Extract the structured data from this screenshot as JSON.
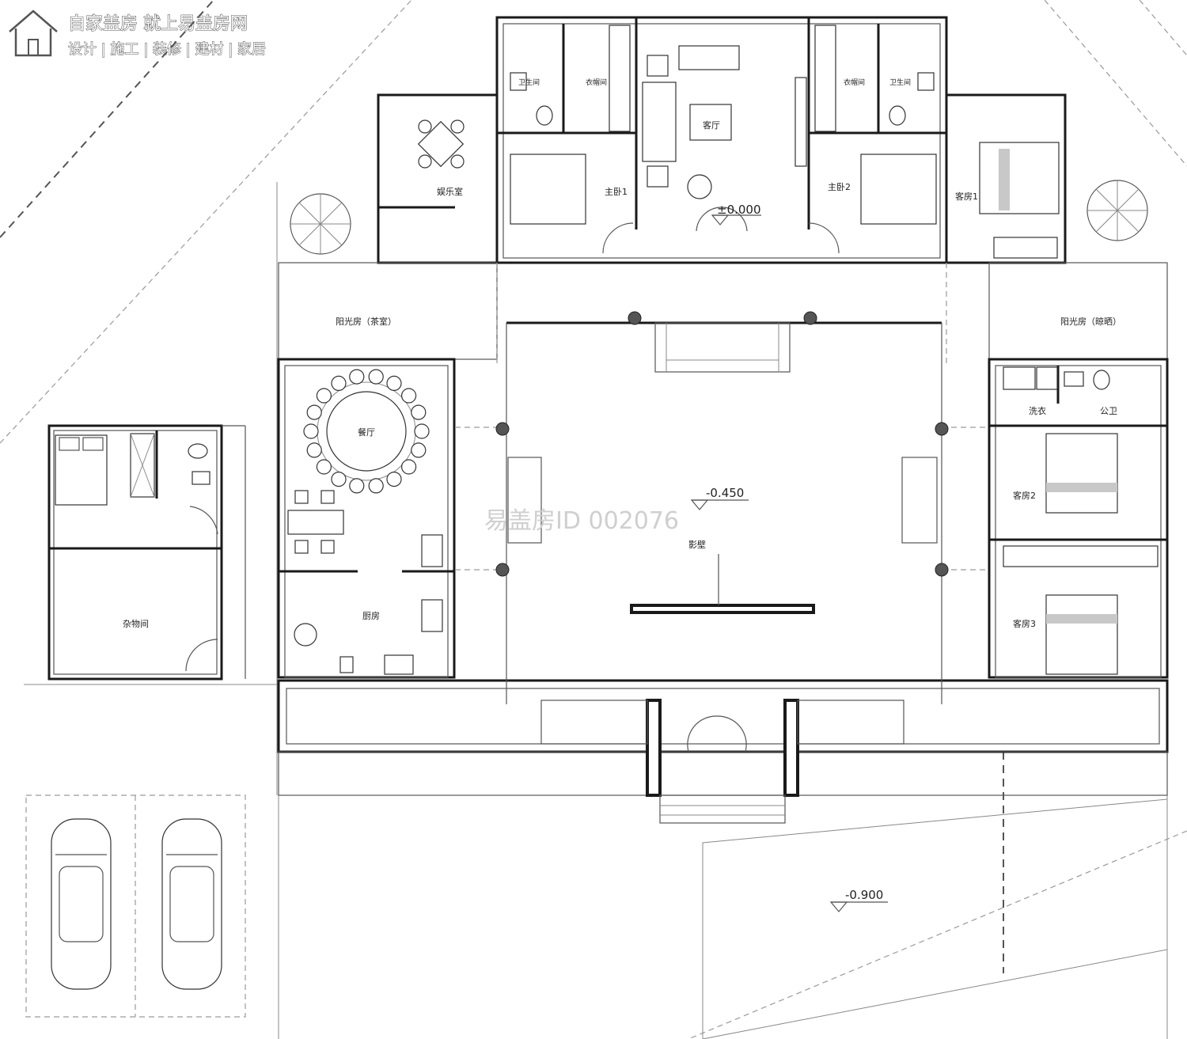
{
  "brand": {
    "slogan": "自家盖房 就上易盖房网",
    "services": "设计 | 施工 | 装修 | 建材 | 家居"
  },
  "watermark": "易盖房ID 002076",
  "rooms": {
    "living_room": "客厅",
    "master_bedroom_1": "主卧1",
    "master_bedroom_2": "主卧2",
    "guest_room_1": "客房1",
    "guest_room_2": "客房2",
    "guest_room_3": "客房3",
    "bathroom_left": "卫生间",
    "bathroom_right": "卫生间",
    "closet_left": "衣帽间",
    "closet_right": "衣帽间",
    "entertainment_room": "娱乐室",
    "sunroom_tea": "阳光房（茶室）",
    "sunroom_drying": "阳光房（晾晒）",
    "dining_room": "餐厅",
    "kitchen": "厨房",
    "laundry": "洗衣",
    "public_wc": "公卫",
    "storage_room": "杂物间",
    "screen_wall": "影壁"
  },
  "elevations": {
    "main_floor": "±0.000",
    "courtyard": "-0.450",
    "outdoor": "-0.900"
  }
}
